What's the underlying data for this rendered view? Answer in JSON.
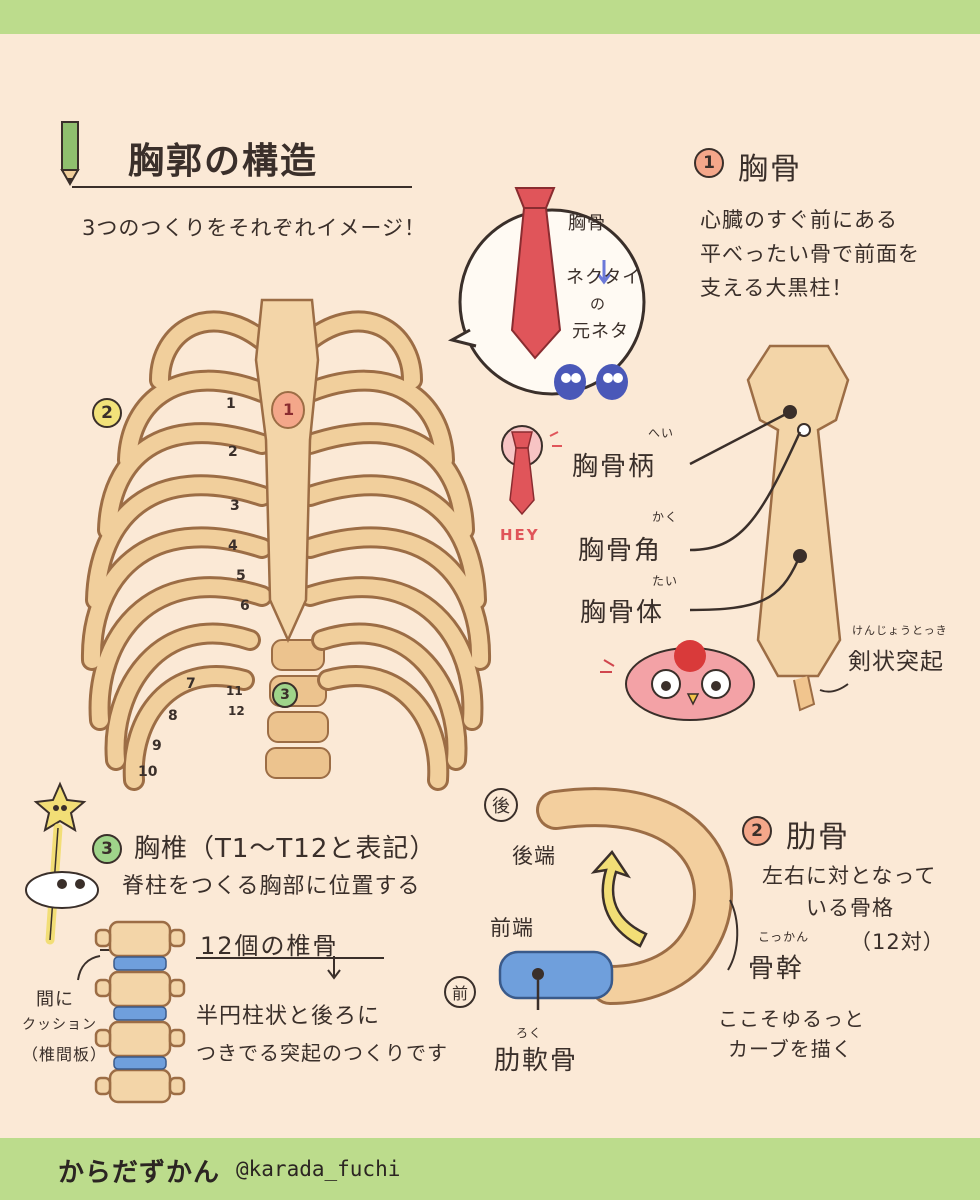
{
  "header": {
    "title": "胸郭の構造",
    "subtitle": "3つのつくりをそれぞれイメージ！"
  },
  "rib_numbers": [
    "1",
    "2",
    "3",
    "4",
    "5",
    "6",
    "7",
    "8",
    "9",
    "10",
    "11",
    "12"
  ],
  "markers": {
    "sternum": "1",
    "ribs": "2",
    "spine": "3"
  },
  "necktie_bubble": {
    "line1": "胸骨",
    "line2": "ネクタイ",
    "line3": "の",
    "line4": "元ネタ"
  },
  "hey_label": "HEY",
  "sternum_section": {
    "heading": "胸骨",
    "desc1": "心臓のすぐ前にある",
    "desc2": "平べったい骨で前面を",
    "desc3": "支える大黒柱！",
    "parts": [
      {
        "name": "胸骨柄",
        "ruby": "へい"
      },
      {
        "name": "胸骨角",
        "ruby": "かく"
      },
      {
        "name": "胸骨体",
        "ruby": "たい"
      },
      {
        "name": "剣状突起",
        "ruby": "けんじょうとっき"
      }
    ]
  },
  "rib_section": {
    "heading": "肋骨",
    "desc1": "左右に対となって",
    "desc2": "いる骨格",
    "desc3": "（12対）",
    "body_label": "骨幹",
    "body_ruby": "こっかん",
    "body_desc1": "ここそゆるっと",
    "body_desc2": "カーブを描く",
    "back_tag": "後",
    "front_tag": "前",
    "back_end": "後端",
    "front_end": "前端",
    "cartilage": "肋軟骨",
    "cartilage_ruby": "ろく"
  },
  "spine_section": {
    "heading": "胸椎（T1〜T12と表記）",
    "desc1": "脊柱をつくる胸部に位置する",
    "desc2": "12個の椎骨",
    "desc3": "半円柱状と後ろに",
    "desc4": "つきでる突起のつくりです",
    "cushion1": "間に",
    "cushion2": "クッション",
    "cushion3": "（椎間板）"
  },
  "footer": {
    "brand": "からだずかん",
    "handle": "@karada_fuchi"
  },
  "colors": {
    "band": "#bcdc8c",
    "background": "#fbe9d6",
    "bone": "#f1cf9c",
    "bone_outline": "#9c6d45",
    "tie": "#e0555a",
    "cartilage": "#6f9fdc"
  }
}
